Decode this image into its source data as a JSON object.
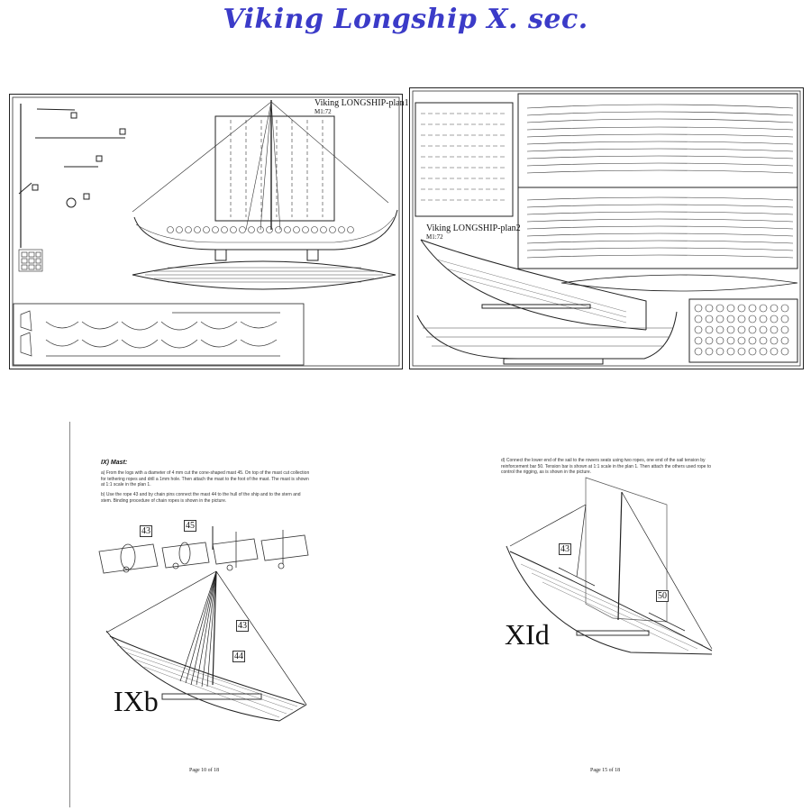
{
  "header": {
    "title": "Viking Longship X. sec."
  },
  "plan1": {
    "title": "Viking LONGSHIP-plan1",
    "scale": "M1:72"
  },
  "plan2": {
    "title": "Viking LONGSHIP-plan2",
    "scale": "M1:72"
  },
  "page10": {
    "heading": "IX) Mast:",
    "para_a": "a) From the logs with a diameter of 4 mm cut the cone-shaped mast 45. On top of the mast cut collection for tethering ropes and drill a 1mm hole. Then attach the mast to the foot of the mast. The mast is shown at 1:1 scale in the plan 1.",
    "para_b": "b) Use the rope 43 and by chain pins connect the mast 44 to the hull of the ship and to the stern and stem. Binding procedure of chain ropes is shown in the picture.",
    "label_43": "43",
    "label_44": "44",
    "label_45": "45",
    "figure_label": "IXb",
    "footer": "Page 10 of 18"
  },
  "page15": {
    "para_d": "d) Connect the lower end of the sail to the rowers seats using two ropes, one end of the sail tension by reinforcement bar 50. Tension bar is shown at 1:1 scale in the plan 1. Then attach the others used rope to control the rigging, as is shown in the picture.",
    "label_43": "43",
    "label_50": "50",
    "figure_label": "XId",
    "footer": "Page 15 of 18"
  }
}
